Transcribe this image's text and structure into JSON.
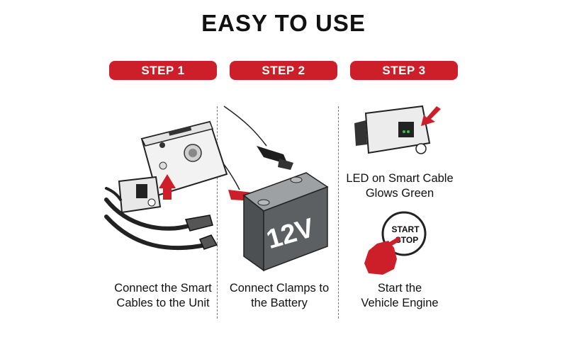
{
  "title": "EASY TO USE",
  "colors": {
    "accent": "#cc1f2a",
    "dark": "#2b2b2b",
    "battery": "#5d6063",
    "led": "#3bbf4a"
  },
  "steps": [
    {
      "label": "STEP 1",
      "caption_line1": "Connect the Smart",
      "caption_line2": "Cables to the Unit"
    },
    {
      "label": "STEP 2",
      "caption_line1": "Connect Clamps to",
      "caption_line2": "the Battery"
    },
    {
      "label": "STEP 3",
      "caption_line1": "Start the",
      "caption_line2": "Vehicle Engine"
    }
  ],
  "led_caption": {
    "line1": "LED on Smart Cable",
    "line2": "Glows Green"
  },
  "battery_label": "12V",
  "button_label": {
    "line1": "START",
    "line2": "STOP"
  }
}
